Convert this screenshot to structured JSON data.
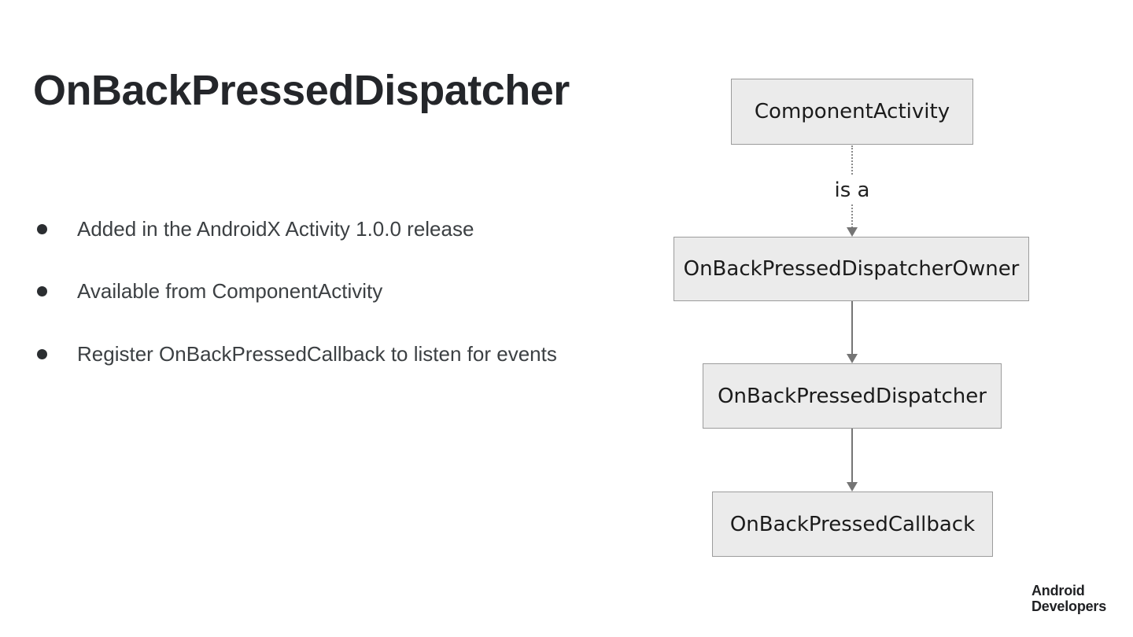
{
  "slide": {
    "title": "OnBackPressedDispatcher",
    "bullets": [
      "Added in the AndroidX Activity 1.0.0 release",
      "Available from ComponentActivity",
      "Register OnBackPressedCallback to listen for events"
    ]
  },
  "diagram": {
    "nodes": [
      {
        "id": "component-activity",
        "label": "ComponentActivity"
      },
      {
        "id": "onbackpresseddispatcherowner",
        "label": "OnBackPressedDispatcherOwner"
      },
      {
        "id": "onbackpresseddispatcher",
        "label": "OnBackPressedDispatcher"
      },
      {
        "id": "onbackpressedcallback",
        "label": "OnBackPressedCallback"
      }
    ],
    "edges": [
      {
        "from": "component-activity",
        "to": "onbackpresseddispatcherowner",
        "label": "is a",
        "style": "dotted"
      },
      {
        "from": "onbackpresseddispatcherowner",
        "to": "onbackpresseddispatcher",
        "label": "",
        "style": "solid"
      },
      {
        "from": "onbackpresseddispatcher",
        "to": "onbackpressedcallback",
        "label": "",
        "style": "solid"
      }
    ],
    "colors": {
      "node_fill": "#ebebeb",
      "node_border": "#9c9c9c",
      "arrow": "#757575"
    }
  },
  "footer": {
    "brand_line1": "Android",
    "brand_line2": "Developers"
  }
}
